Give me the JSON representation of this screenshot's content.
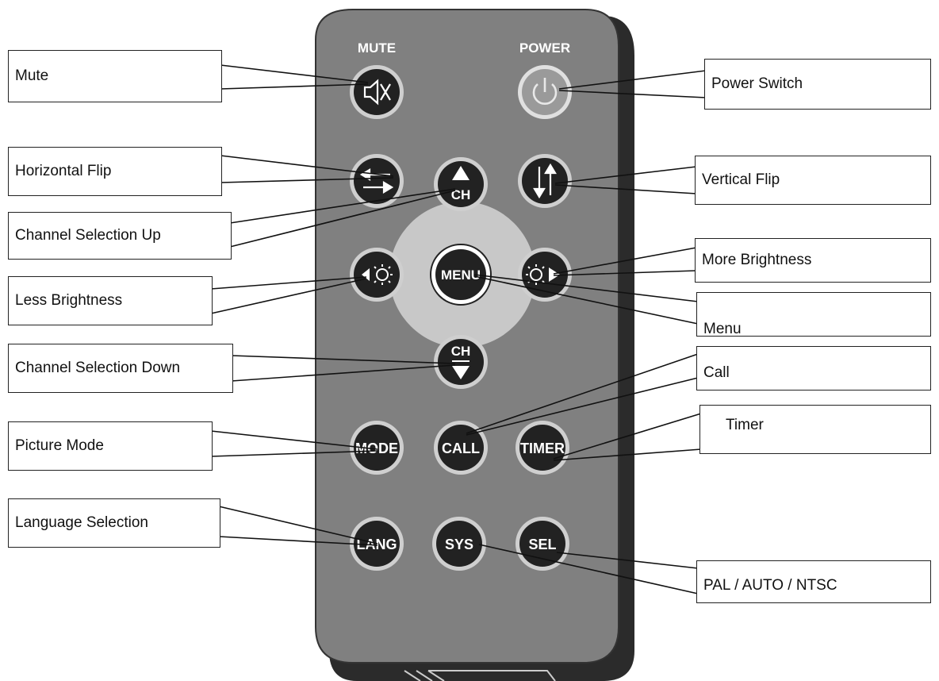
{
  "remote": {
    "top_labels": {
      "mute": "MUTE",
      "power": "POWER"
    },
    "buttons": {
      "ch_up": "CH",
      "menu": "MENU",
      "ch_down": "CH",
      "mode": "MODE",
      "call": "CALL",
      "timer": "TIMER",
      "lang": "LANG",
      "sys": "SYS",
      "sel": "SEL"
    },
    "icons": {
      "mute": "mute-speaker-icon",
      "power": "power-icon",
      "hflip": "horizontal-arrows-icon",
      "vflip": "vertical-arrows-icon",
      "bright_down": "brightness-down-icon",
      "bright_up": "brightness-up-icon"
    },
    "colors": {
      "body": "#808080",
      "body_shadow": "#2b2b2b",
      "button": "#222222",
      "button_ring": "#c9c9c9",
      "dpad": "#c8c8c8"
    }
  },
  "callouts": {
    "mute": "Mute",
    "power_switch": "Power Switch",
    "horizontal_flip": "Horizontal Flip",
    "vertical_flip": "Vertical Flip",
    "channel_up": "Channel Selection Up",
    "more_brightness": "More Brightness",
    "less_brightness": "Less Brightness",
    "menu": "Menu",
    "channel_down": "Channel Selection Down",
    "call": "Call",
    "picture_mode": "Picture Mode",
    "timer": "Timer",
    "language_selection": "Language Selection",
    "pal_auto_ntsc": "PAL / AUTO / NTSC"
  }
}
